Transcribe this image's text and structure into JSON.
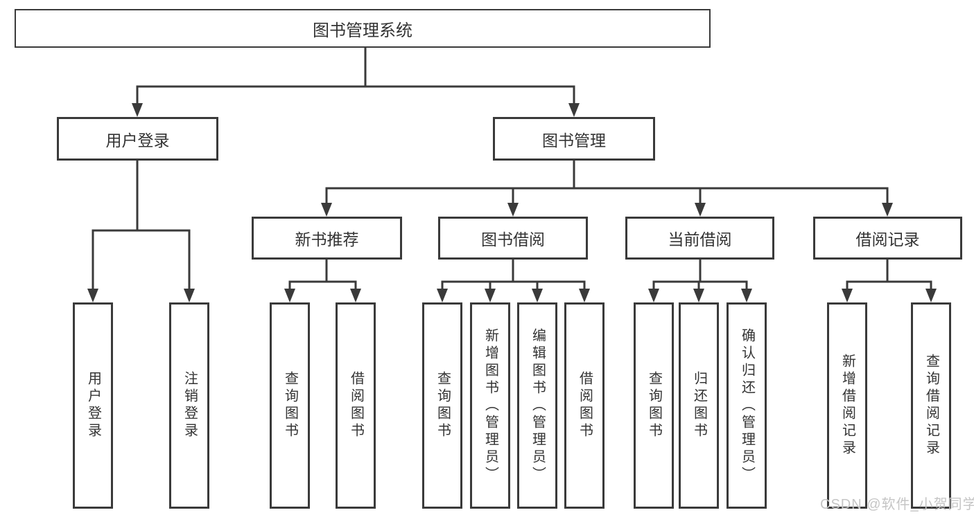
{
  "diagram": {
    "line_color": "#3a3a3a",
    "text_color": "#333333",
    "root": {
      "label": "图书管理系统"
    },
    "level2": [
      {
        "label": "用户登录"
      },
      {
        "label": "图书管理"
      }
    ],
    "level3": [
      {
        "label": "新书推荐",
        "parent": "图书管理"
      },
      {
        "label": "图书借阅",
        "parent": "图书管理"
      },
      {
        "label": "当前借阅",
        "parent": "图书管理"
      },
      {
        "label": "借阅记录",
        "parent": "图书管理"
      }
    ],
    "leaves": [
      {
        "label": "用户登录",
        "parent": "用户登录"
      },
      {
        "label": "注销登录",
        "parent": "用户登录"
      },
      {
        "label": "查询图书",
        "parent": "新书推荐"
      },
      {
        "label": "借阅图书",
        "parent": "新书推荐"
      },
      {
        "label": "查询图书",
        "parent": "图书借阅"
      },
      {
        "label": "新增图书（管理员）",
        "parent": "图书借阅"
      },
      {
        "label": "编辑图书（管理员）",
        "parent": "图书借阅"
      },
      {
        "label": "借阅图书",
        "parent": "图书借阅"
      },
      {
        "label": "查询图书",
        "parent": "当前借阅"
      },
      {
        "label": "归还图书",
        "parent": "当前借阅"
      },
      {
        "label": "确认归还（管理员）",
        "parent": "当前借阅"
      },
      {
        "label": "新增借阅记录",
        "parent": "借阅记录"
      },
      {
        "label": "查询借阅记录",
        "parent": "借阅记录"
      }
    ]
  },
  "watermark": {
    "text": "CSDN @软件_小贺同学",
    "color": "#c5c5c5"
  }
}
